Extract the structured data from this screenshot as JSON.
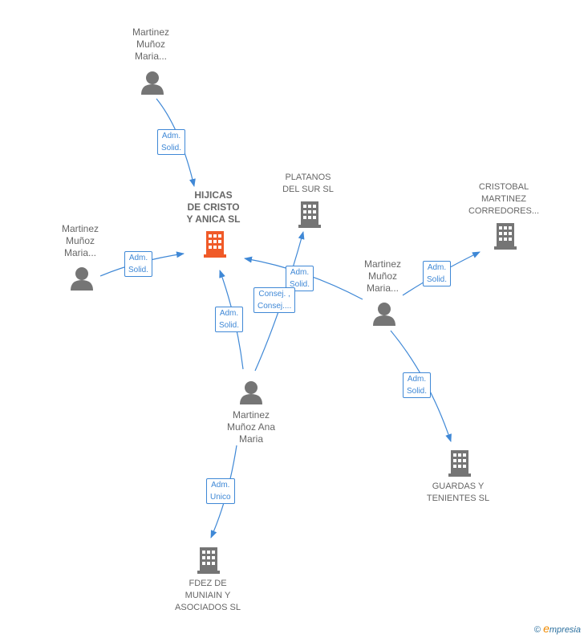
{
  "nodes": {
    "hijicas": {
      "label": "HIJICAS\nDE CRISTO\nY ANICA  SL"
    },
    "platanos": {
      "label": "PLATANOS\nDEL SUR SL"
    },
    "cristobal": {
      "label": "CRISTOBAL\nMARTINEZ\nCORREDORES..."
    },
    "guardas": {
      "label": "GUARDAS Y\nTENIENTES SL"
    },
    "fdez": {
      "label": "FDEZ DE\nMUNIAIN Y\nASOCIADOS SL"
    },
    "person_top": {
      "label": "Martinez\nMuñoz\nMaria..."
    },
    "person_left": {
      "label": "Martinez\nMuñoz\nMaria..."
    },
    "person_right": {
      "label": "Martinez\nMuñoz\nMaria..."
    },
    "person_bottom": {
      "label": "Martinez\nMuñoz Ana\nMaria"
    }
  },
  "edges": {
    "e1": "Adm.\nSolid.",
    "e2": "Adm.\nSolid.",
    "e3": "Adm.\nSolid.",
    "e4": "Adm.\nSolid.",
    "e5": "Consej. ,\nConsej....",
    "e6": "Adm.\nSolid.",
    "e7": "Adm.\nSolid.",
    "e8": "Adm.\nUnico"
  },
  "footer": {
    "copyright": "©",
    "brand_first": "e",
    "brand_rest": "mpresia"
  },
  "colors": {
    "edge": "#3f88d6",
    "icon": "#757575",
    "main_company": "#f05a28"
  }
}
